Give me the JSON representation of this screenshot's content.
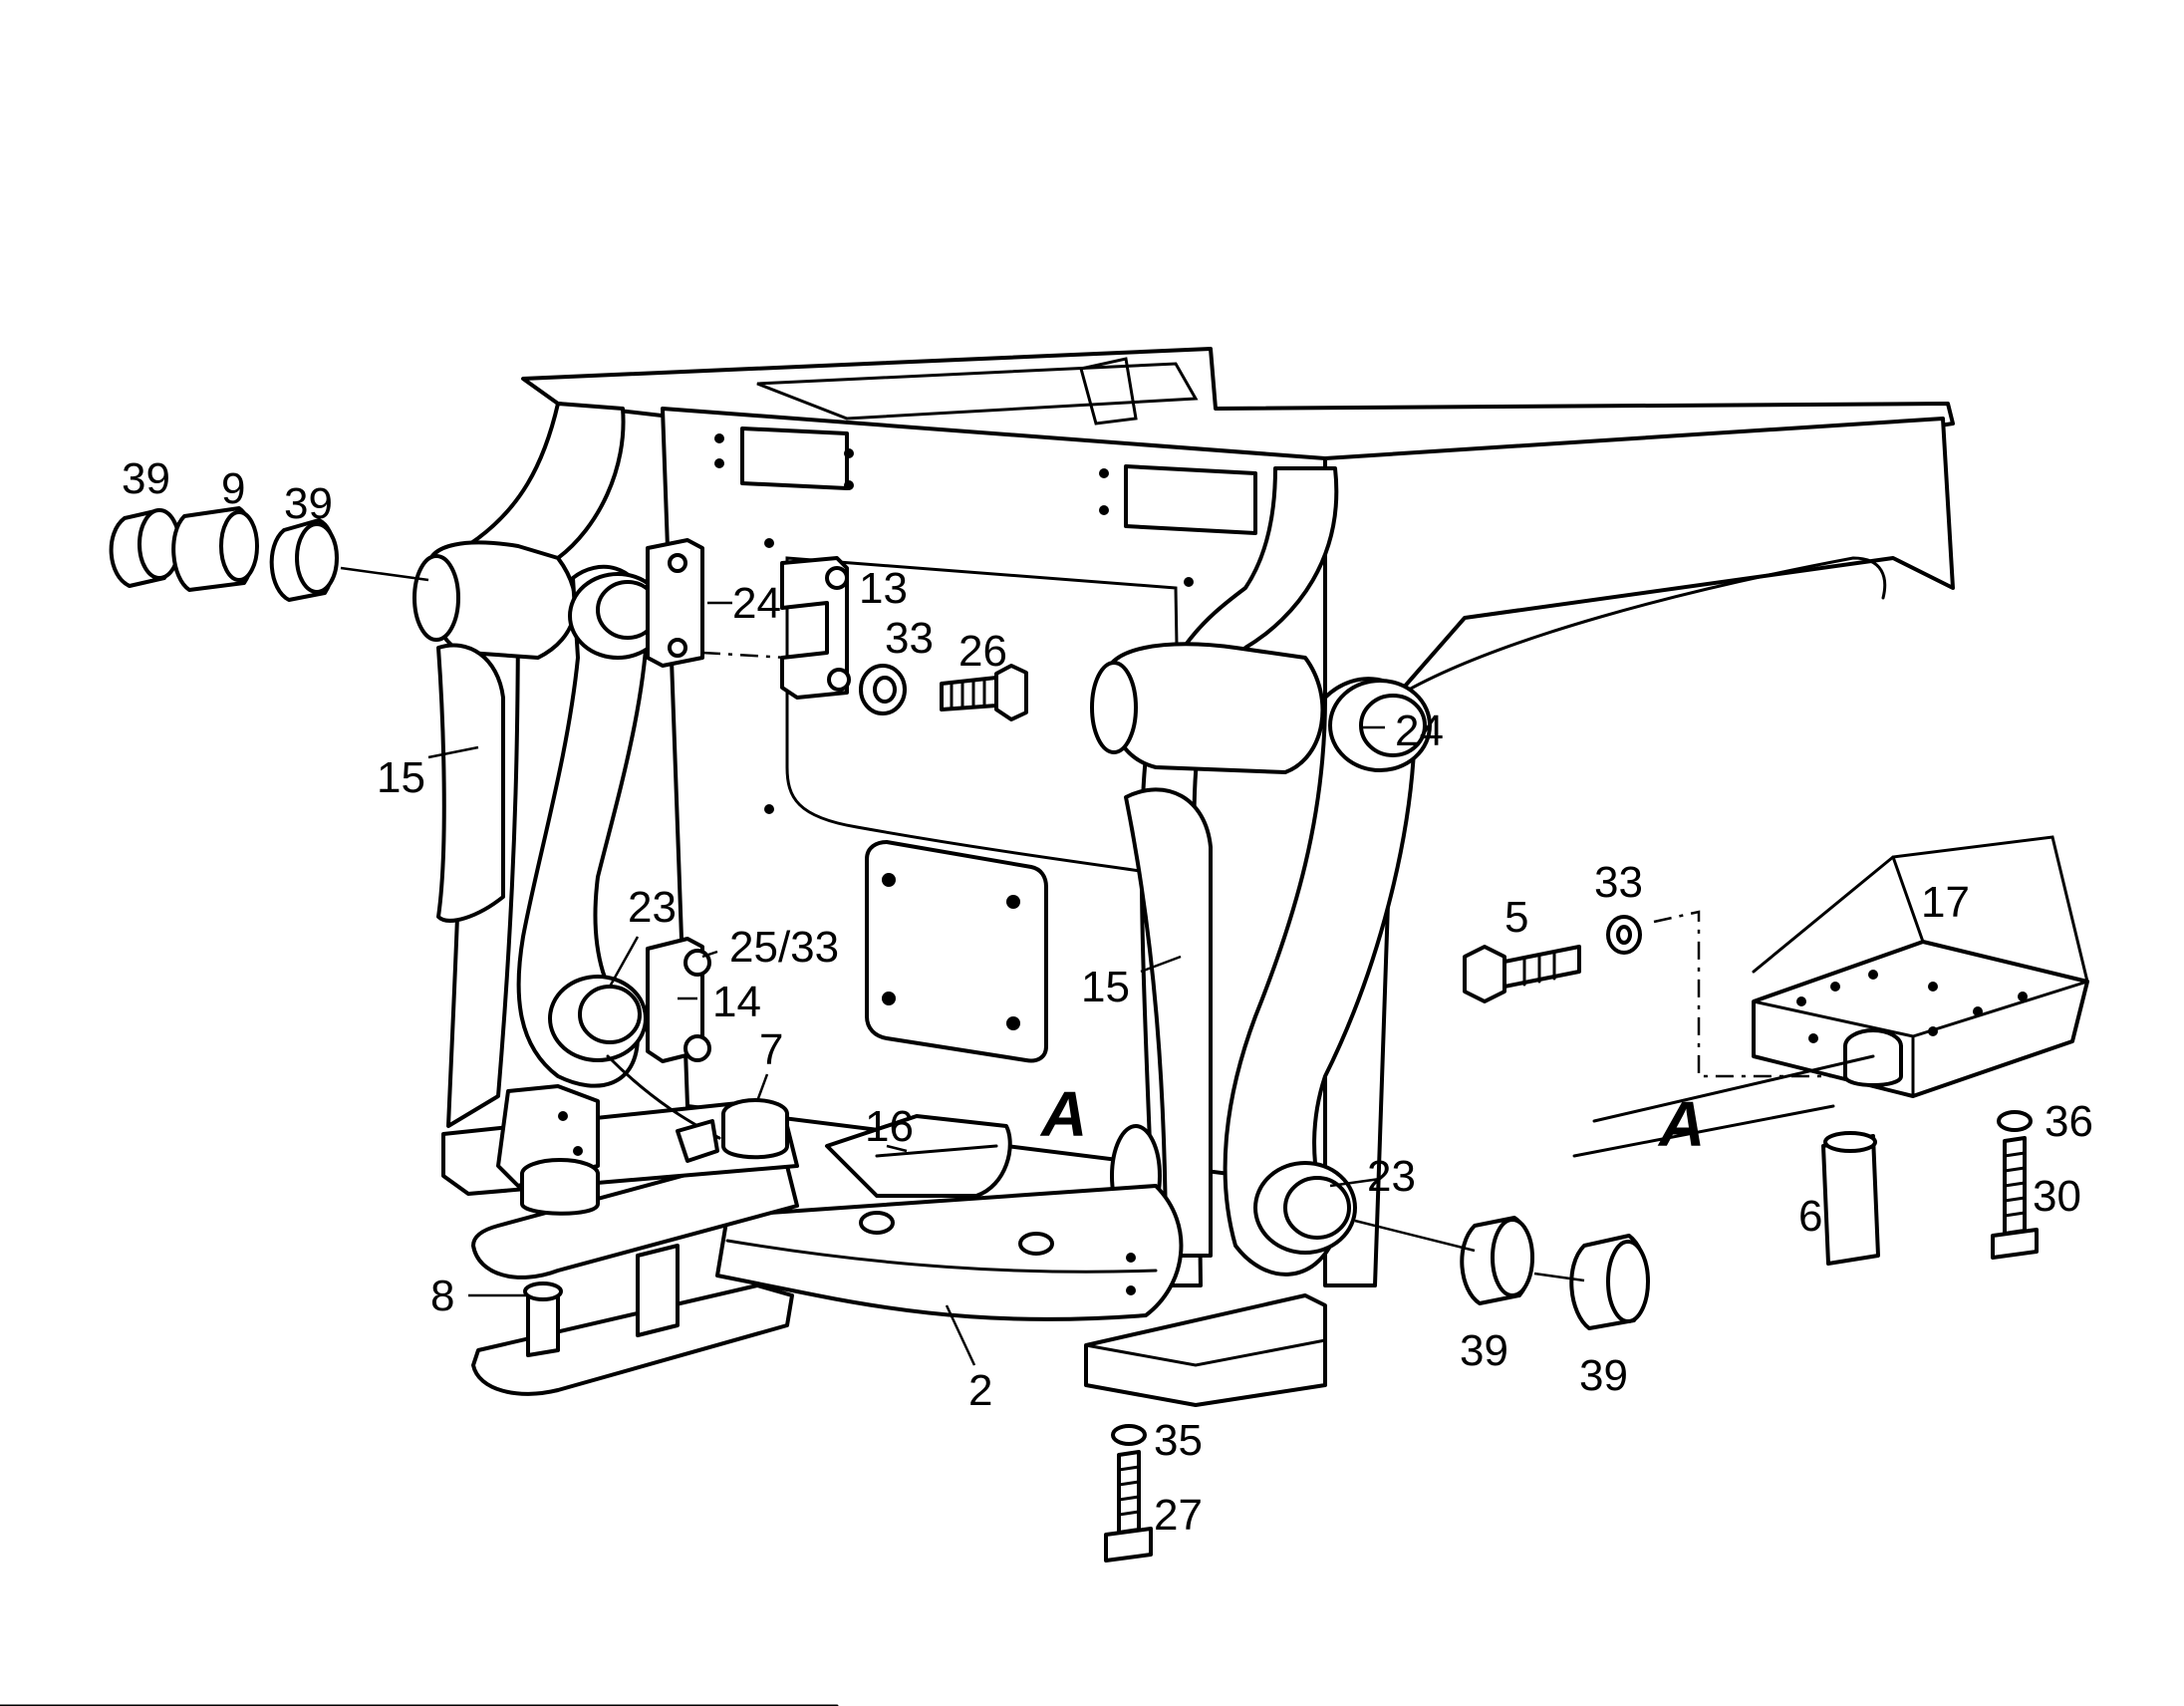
{
  "callouts": [
    {
      "id": "c39a",
      "text": "39"
    },
    {
      "id": "c9",
      "text": "9"
    },
    {
      "id": "c39b",
      "text": "39"
    },
    {
      "id": "c24a",
      "text": "24"
    },
    {
      "id": "c13",
      "text": "13"
    },
    {
      "id": "c33a",
      "text": "33"
    },
    {
      "id": "c26",
      "text": "26"
    },
    {
      "id": "c24b",
      "text": "24"
    },
    {
      "id": "c15a",
      "text": "15"
    },
    {
      "id": "c23a",
      "text": "23"
    },
    {
      "id": "c2533",
      "text": "25/33"
    },
    {
      "id": "c14",
      "text": "14"
    },
    {
      "id": "c7",
      "text": "7"
    },
    {
      "id": "c16",
      "text": "16"
    },
    {
      "id": "c15b",
      "text": "15"
    },
    {
      "id": "c5",
      "text": "5"
    },
    {
      "id": "c33b",
      "text": "33"
    },
    {
      "id": "c17",
      "text": "17"
    },
    {
      "id": "c36",
      "text": "36"
    },
    {
      "id": "c30",
      "text": "30"
    },
    {
      "id": "c6",
      "text": "6"
    },
    {
      "id": "c23b",
      "text": "23"
    },
    {
      "id": "c39c",
      "text": "39"
    },
    {
      "id": "c39d",
      "text": "39"
    },
    {
      "id": "c8",
      "text": "8"
    },
    {
      "id": "c2",
      "text": "2"
    },
    {
      "id": "c35",
      "text": "35"
    },
    {
      "id": "c27",
      "text": "27"
    }
  ],
  "section_marks": [
    {
      "id": "a1",
      "text": "A"
    },
    {
      "id": "a2",
      "text": "A"
    }
  ]
}
